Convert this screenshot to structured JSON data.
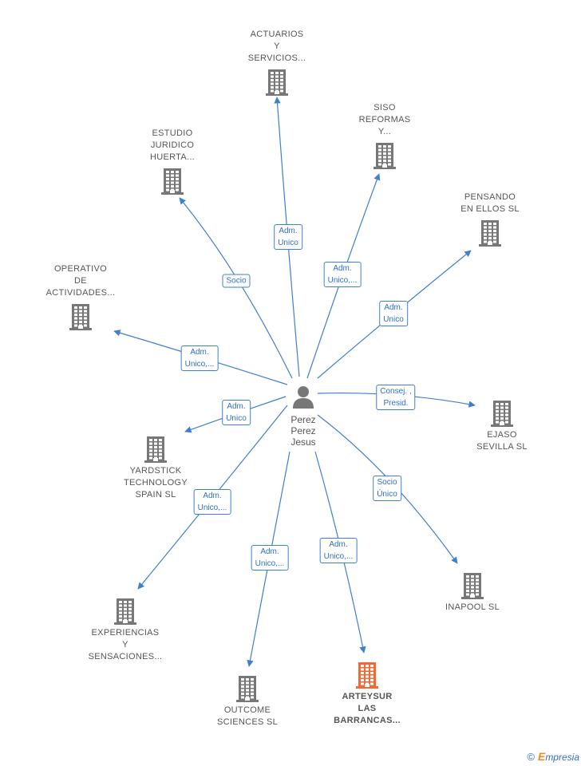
{
  "center": {
    "name_lines": [
      "Perez",
      "Perez",
      "Jesus"
    ]
  },
  "colors": {
    "edge": "#3e7fd0",
    "building": "#777777",
    "highlight": "#f26a33"
  },
  "nodes": [
    {
      "id": "actuarios",
      "lines": [
        "ACTUARIOS",
        "Y",
        "SERVICIOS..."
      ],
      "highlight": false,
      "relation": [
        "Adm.",
        "Unico"
      ]
    },
    {
      "id": "siso",
      "lines": [
        "SISO",
        "REFORMAS",
        "Y..."
      ],
      "highlight": false,
      "relation": [
        "Adm.",
        "Unico,..."
      ]
    },
    {
      "id": "estudio",
      "lines": [
        "ESTUDIO",
        "JURIDICO",
        "HUERTA..."
      ],
      "highlight": false,
      "relation": [
        "Socio"
      ]
    },
    {
      "id": "pensando",
      "lines": [
        "PENSANDO",
        "EN ELLOS SL"
      ],
      "highlight": false,
      "relation": [
        "Adm.",
        "Unico"
      ]
    },
    {
      "id": "operativo",
      "lines": [
        "OPERATIVO",
        "DE",
        "ACTIVIDADES..."
      ],
      "highlight": false,
      "relation": [
        "Adm.",
        "Unico,..."
      ]
    },
    {
      "id": "ejaso",
      "lines": [
        "EJASO",
        "SEVILLA SL"
      ],
      "highlight": false,
      "relation": [
        "Consej. ,",
        "Presid."
      ]
    },
    {
      "id": "yardstick",
      "lines": [
        "YARDSTICK",
        "TECHNOLOGY",
        "SPAIN  SL"
      ],
      "highlight": false,
      "relation": [
        "Adm.",
        "Unico"
      ]
    },
    {
      "id": "inapool",
      "lines": [
        "INAPOOL  SL"
      ],
      "highlight": false,
      "relation": [
        "Socio",
        "Único"
      ]
    },
    {
      "id": "experiencias",
      "lines": [
        "EXPERIENCIAS",
        "Y",
        "SENSACIONES..."
      ],
      "highlight": false,
      "relation": [
        "Adm.",
        "Unico,..."
      ]
    },
    {
      "id": "outcome",
      "lines": [
        "OUTCOME",
        "SCIENCES  SL"
      ],
      "highlight": false,
      "relation": [
        "Adm.",
        "Unico,..."
      ]
    },
    {
      "id": "arteysur",
      "lines": [
        "ARTEYSUR",
        "LAS",
        "BARRANCAS..."
      ],
      "highlight": true,
      "relation": [
        "Adm.",
        "Unico,..."
      ]
    }
  ],
  "footer": {
    "copyright": "©",
    "brand_first": "E",
    "brand_rest": "mpresia"
  }
}
